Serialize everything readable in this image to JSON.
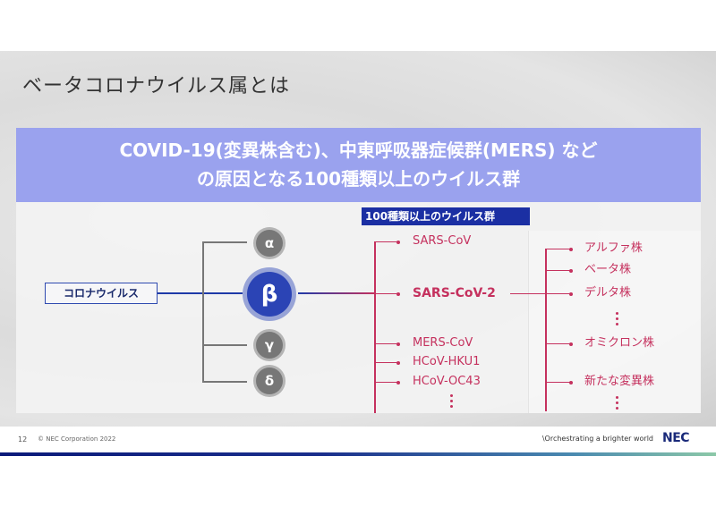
{
  "title": "ベータコロナウイルス属とは",
  "banner": {
    "line1": "COVID-19(変異株含む)、中東呼吸器症候群(MERS) など",
    "line2": "の原因となる100種類以上のウイルス群"
  },
  "root_label": "コロナウイルス",
  "genera": [
    {
      "symbol": "α"
    },
    {
      "symbol": "β"
    },
    {
      "symbol": "γ"
    },
    {
      "symbol": "δ"
    }
  ],
  "group_label": "100種類以上のウイルス群",
  "viruses": [
    "SARS-CoV",
    "SARS-CoV-2",
    "MERS-CoV",
    "HCoV-HKU1",
    "HCoV-OC43"
  ],
  "variants": [
    "アルファ株",
    "ベータ株",
    "デルタ株",
    "オミクロン株",
    "新たな変異株"
  ],
  "footer": {
    "page": "12",
    "copyright": "© NEC Corporation 2022",
    "tagline": "\\Orchestrating a brighter world",
    "logo": "NEC"
  },
  "colors": {
    "banner": "#9aa2ee",
    "accent_blue": "#1f3aa8",
    "accent_red": "#c5315e"
  }
}
